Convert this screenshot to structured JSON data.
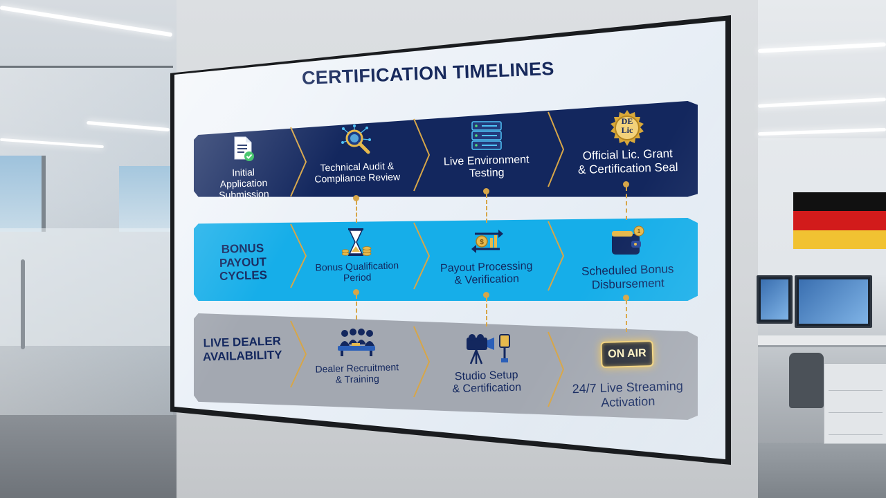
{
  "title": "CERTIFICATION TIMELINES",
  "rows": [
    {
      "label": "",
      "steps": [
        {
          "text": "Initial Application\nSubmission"
        },
        {
          "text": "Technical Audit &\nCompliance Review"
        },
        {
          "text": "Live Environment\nTesting"
        },
        {
          "text": "Official Lic. Grant\n& Certification Seal"
        }
      ]
    },
    {
      "label": "BONUS\nPAYOUT CYCLES",
      "steps": [
        {
          "text": "Bonus Qualification\nPeriod"
        },
        {
          "text": "Payout Processing\n& Verification"
        },
        {
          "text": "Scheduled Bonus\nDisbursement"
        }
      ]
    },
    {
      "label": "LIVE DEALER\nAVAILABILITY",
      "steps": [
        {
          "text": "Dealer Recruitment\n& Training"
        },
        {
          "text": "Studio Setup\n& Certification"
        },
        {
          "text": "24/7 Live Streaming\nActivation"
        }
      ]
    }
  ],
  "seal_text": "DE\nLic",
  "on_air": "ON AIR",
  "colors": {
    "navy": "#13275e",
    "cyan": "#16aee9",
    "gray": "#a3a8b1",
    "gold": "#d7a648"
  },
  "icons": {
    "r0": [
      "document-check-icon",
      "magnifier-network-icon",
      "server-rack-icon",
      "gold-seal-icon"
    ],
    "r1": [
      "hourglass-coins-icon",
      "exchange-coin-icon",
      "wallet-icon"
    ],
    "r2": [
      "team-table-icon",
      "camera-light-icon",
      "on-air-sign-icon"
    ]
  }
}
